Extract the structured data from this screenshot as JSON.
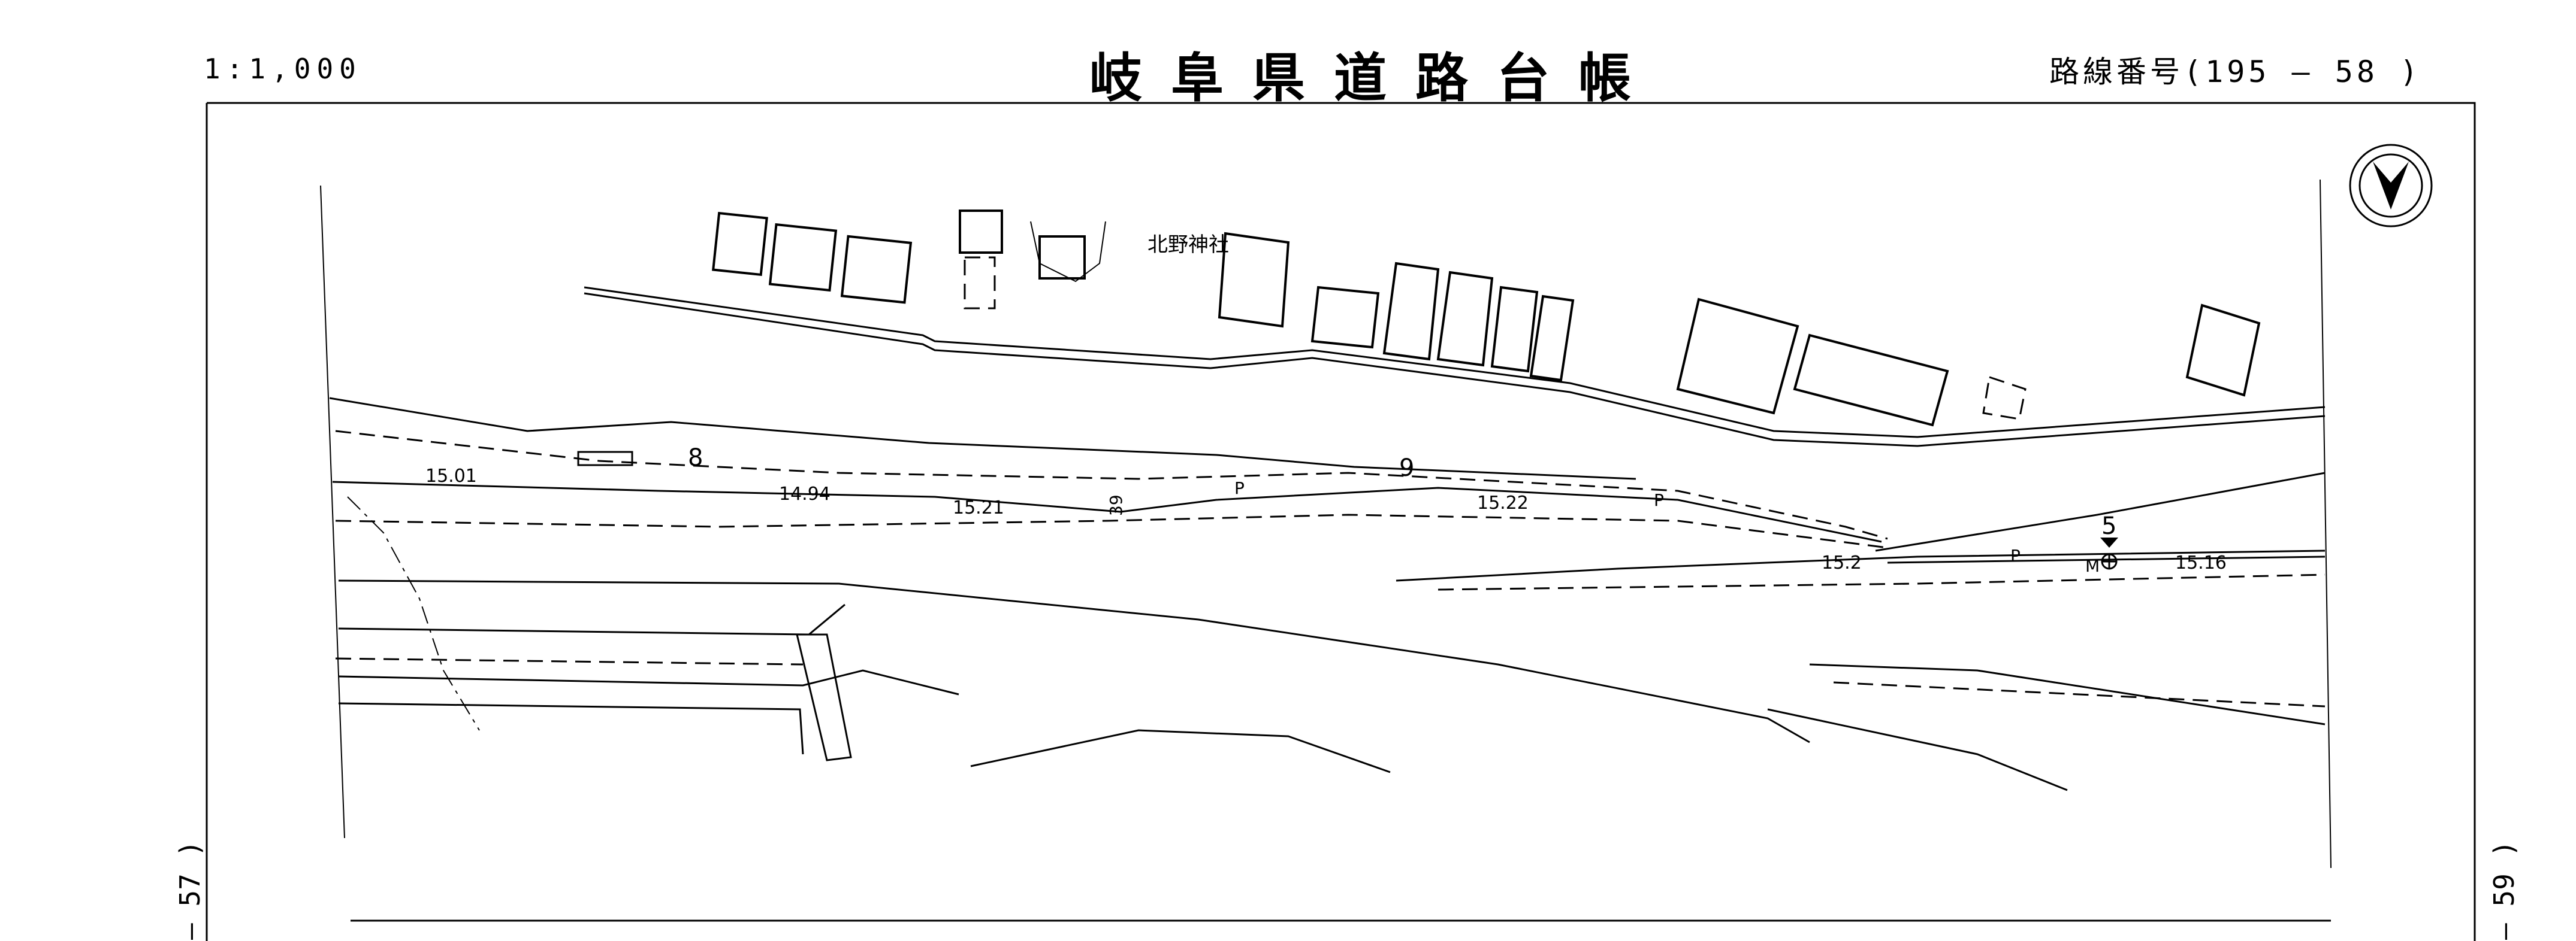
{
  "header": {
    "scale": "1:1,000",
    "title": "岐阜県道路台帳",
    "route": "路線番号(195 — 58 )"
  },
  "sheet_refs": {
    "prev": "– 57 )",
    "next": "– 59 )"
  },
  "map": {
    "shrine": "北野神社",
    "stations": [
      "8",
      "9",
      "5"
    ],
    "elevations": [
      "15.01",
      "14.94",
      "15.21",
      "15.22",
      "15.2",
      "15.16"
    ],
    "small_labels": [
      "39",
      "P",
      "P",
      "P",
      "M"
    ]
  },
  "icons": {
    "north_arrow": "north-arrow-icon"
  },
  "colors": {
    "ink": "#000000",
    "paper": "#ffffff"
  }
}
